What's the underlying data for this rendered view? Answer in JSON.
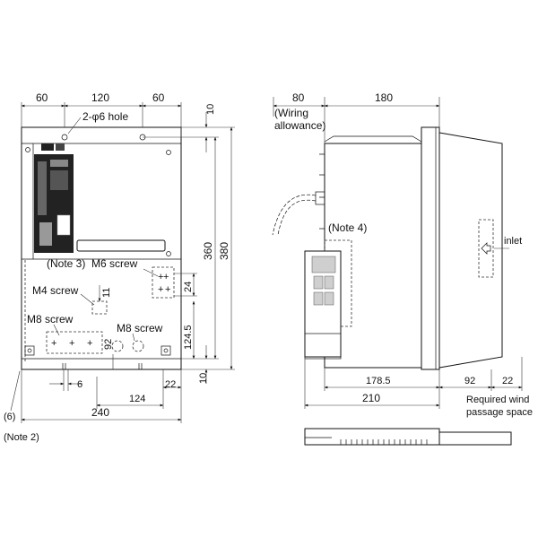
{
  "front_view": {
    "top_dims": [
      "60",
      "120",
      "60"
    ],
    "hole_note": "2-φ6 hole",
    "right_dims": [
      "10",
      "360",
      "380",
      "24",
      "124.5",
      "10"
    ],
    "small_dim_11": "11",
    "bottom_dims": [
      "6",
      "124",
      "22",
      "240"
    ],
    "dim_92": "92",
    "note3": "(Note 3)",
    "m6_screw": "M6 screw",
    "m4_screw": "M4 screw",
    "m8_screw_left": "M8 screw",
    "m8_screw_right": "M8 screw",
    "paren_6": "(6)",
    "note2": "(Note 2)"
  },
  "side_view": {
    "top_dims": [
      "80",
      "180"
    ],
    "wiring_label_1": "(Wiring",
    "wiring_label_2": "allowance)",
    "note4": "(Note 4)",
    "inlet_label": "inlet",
    "bottom_dims": [
      "178.5",
      "92",
      "22",
      "210"
    ],
    "wind_label_1": "Required wind",
    "wind_label_2": "passage space"
  },
  "icons": [
    "arrow-left-icon"
  ]
}
